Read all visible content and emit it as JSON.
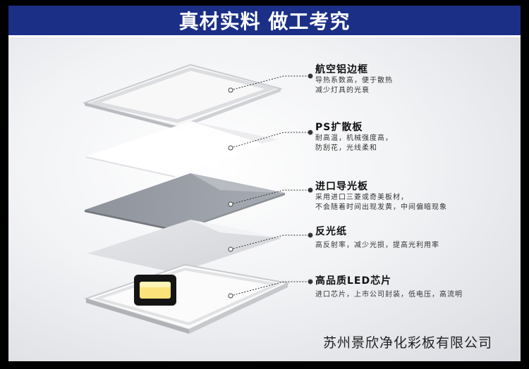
{
  "title": "真材实料 做工考究",
  "layers": [
    {
      "name": "航空铝边框",
      "desc": [
        "导热系数高，便于散热",
        "减少灯具的光衰"
      ]
    },
    {
      "name": "PS扩散板",
      "desc": [
        "耐高温，机械强度高，",
        "防刮花，光线柔和"
      ]
    },
    {
      "name": "进口导光板",
      "desc": [
        "采用进口三菱或奇美板材，",
        "不会随着时间出现发黄，中间偏暗现象"
      ]
    },
    {
      "name": "反光纸",
      "desc": [
        "高反射率，减少光损，提高光利用率"
      ]
    },
    {
      "name": "高品质LED芯片",
      "desc": [
        "进口芯片，上市公司封装，低电压，高流明"
      ]
    }
  ],
  "company": "苏州景欣净化彩板有限公司",
  "colors": {
    "banner": "#1b2f86",
    "background": "#000000"
  }
}
